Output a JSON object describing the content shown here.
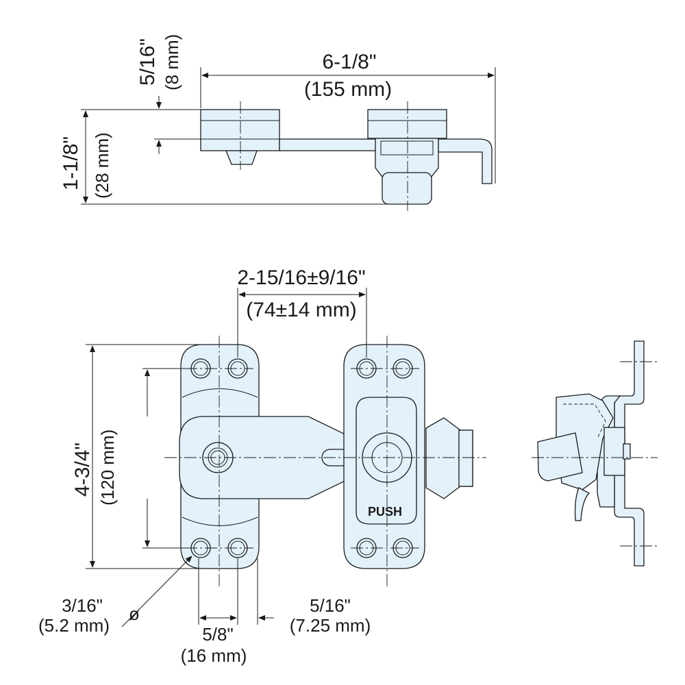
{
  "colors": {
    "part_fill": "#e3f1fb",
    "ink": "#1a1a1a"
  },
  "top_view": {
    "overall_length": {
      "imperial": "6-1/8\"",
      "metric": "(155 mm)"
    },
    "plate_thickness": {
      "imperial": "5/16\"",
      "metric": "(8 mm)"
    },
    "overall_height": {
      "imperial": "1-1/8\"",
      "metric": "(28 mm)"
    }
  },
  "front_view": {
    "hole_spacing": {
      "imperial": "2-15/16±9/16\"",
      "metric": "(74±14 mm)"
    },
    "height": {
      "imperial": "4-3/4\"",
      "metric": "(120 mm)"
    },
    "hole_diameter": {
      "imperial": "3/16\"",
      "metric": "(5.2 mm)",
      "symbol": "ø"
    },
    "hole_pitch": {
      "imperial": "5/8\"",
      "metric": "(16 mm)"
    },
    "edge_offset": {
      "imperial": "5/16\"",
      "metric": "(7.25 mm)"
    },
    "button_label": "PUSH"
  }
}
